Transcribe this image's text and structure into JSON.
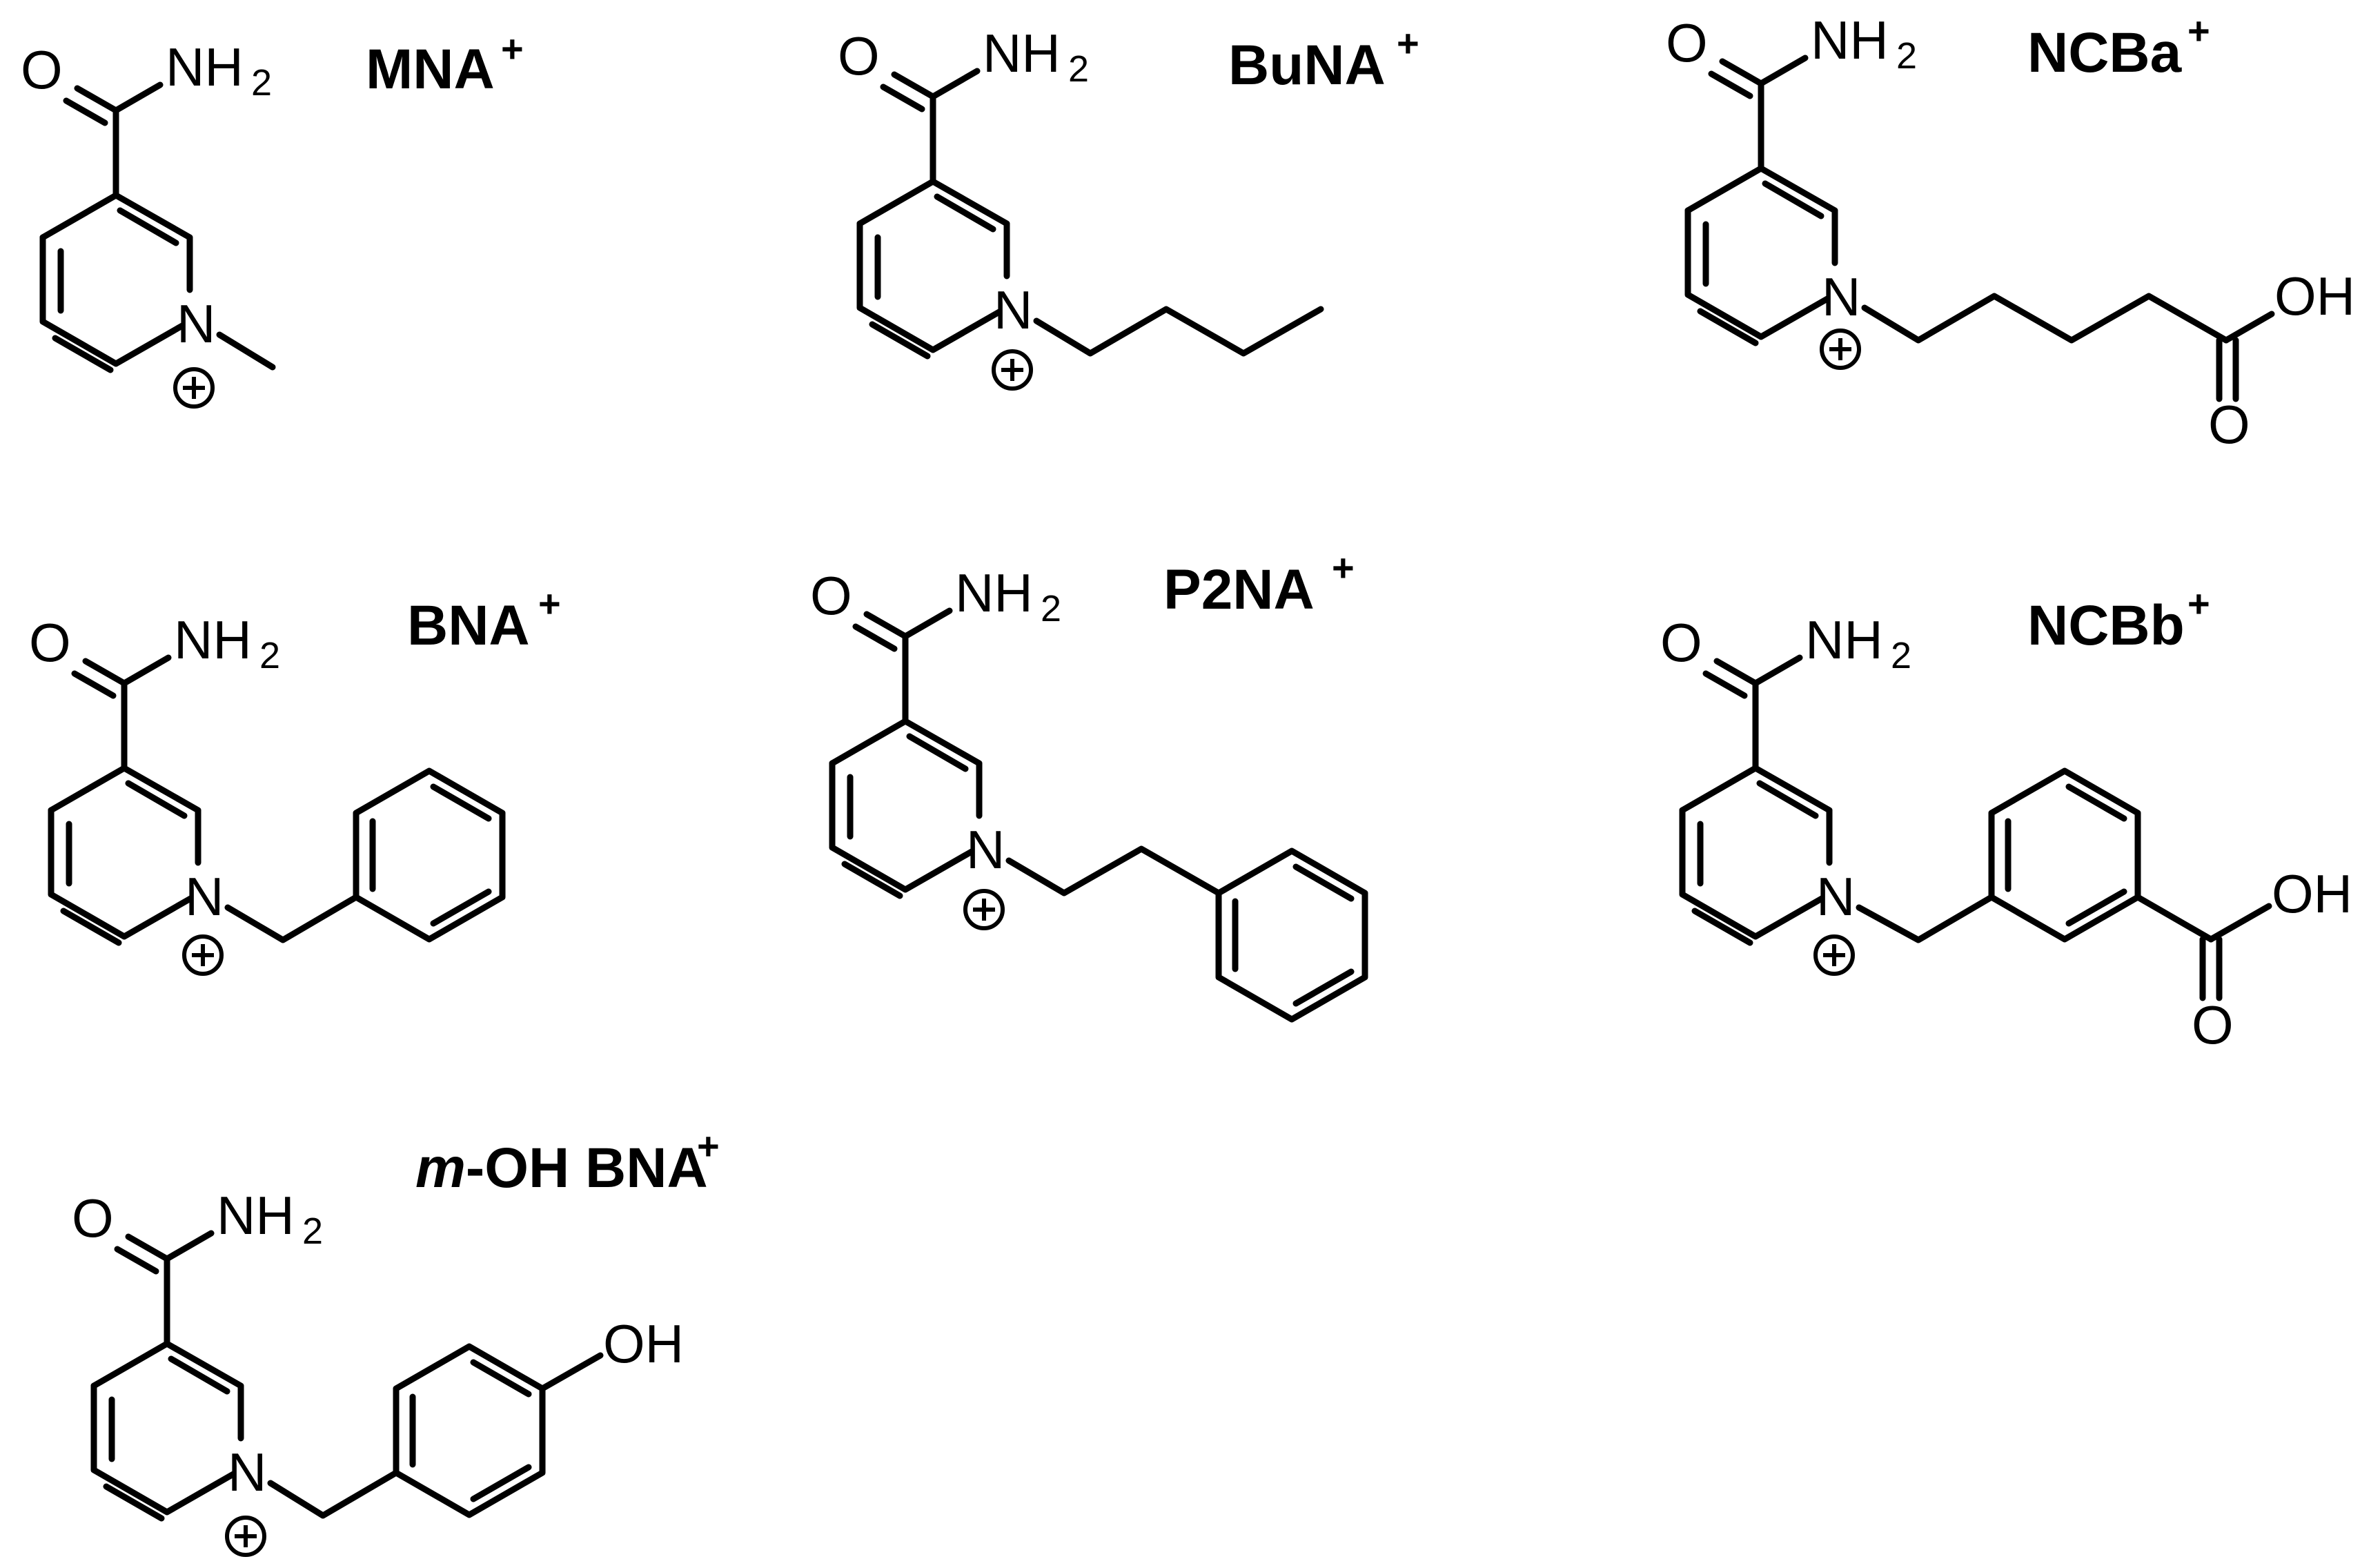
{
  "figure": {
    "compounds": [
      {
        "id": "mna",
        "label": "MNA",
        "charge": "+"
      },
      {
        "id": "buna",
        "label": "BuNA",
        "charge": "+"
      },
      {
        "id": "ncba",
        "label": "NCBa",
        "charge": "+"
      },
      {
        "id": "bna",
        "label": "BNA",
        "charge": "+"
      },
      {
        "id": "p2na",
        "label": "P2NA",
        "charge": "+"
      },
      {
        "id": "ncbb",
        "label": "NCBb",
        "charge": "+"
      },
      {
        "id": "mohbna",
        "label_prefix": "m",
        "label_rest": "-OH BNA",
        "charge": "+"
      }
    ],
    "atoms": {
      "oxygen": "O",
      "nitrogen": "N",
      "amine": "NH",
      "amine_sub": "2",
      "hydroxyl": "OH"
    }
  }
}
